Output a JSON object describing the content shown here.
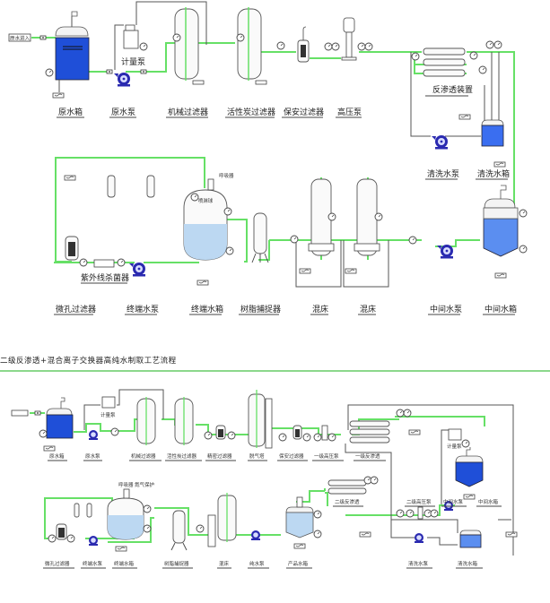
{
  "colors": {
    "pipe_main": "#66e066",
    "pipe_aux": "#555555",
    "tank_dark_blue": "#1f4fd8",
    "tank_light_blue": "#bcd8f2",
    "tank_mid_blue": "#5b8ef0",
    "pump_blue": "#2a2ab0",
    "divider": "#66cc66"
  },
  "top_diagram": {
    "inlet_tag": "原水进入",
    "metering_pump_label": "计量泵",
    "ozone_label": "呼吸器",
    "ozone_inner": "喷淋球",
    "labels": {
      "raw_tank": "原水箱",
      "raw_pump": "原水泵",
      "mech_filter": "机械过滤器",
      "carbon_filter": "活性炭过滤器",
      "security_filter": "保安过滤器",
      "hp_pump": "高压泵",
      "ro_unit": "反渗透装置",
      "clean_pump": "清洗水泵",
      "clean_tank": "清洗水箱",
      "micro_filter": "微孔过滤器",
      "uv_sterilizer": "紫外线杀菌器",
      "end_pump": "终端水泵",
      "end_tank": "终端水箱",
      "resin_trap": "树脂捕捉器",
      "mixed_bed_1": "混床",
      "mixed_bed_2": "混床",
      "mid_pump": "中间水泵",
      "mid_tank": "中间水箱"
    }
  },
  "section_title": "二级反渗透+混合离子交换器高纯水制取工艺流程",
  "bottom_diagram": {
    "metering_pump_label": "计量泵",
    "metering_pump_label_2": "计量泵",
    "ozone_label": "呼吸器",
    "nitrogen_label": "氮气保护",
    "labels": {
      "raw_tank": "原水箱",
      "raw_pump": "原水泵",
      "mech_filter": "机械过滤器",
      "carbon_filter": "活性炭过滤器",
      "precision_filter": "精密过滤器",
      "degasser": "脱气塔",
      "security_filter": "保安过滤器",
      "hp_pump_1": "一级高压泵",
      "ro_1": "一级反渗透",
      "ro_2": "二级反渗透",
      "hp_pump_2": "二级高压泵",
      "mid_pump": "中间水泵",
      "mid_tank": "中间水箱",
      "micro_filter": "微孔过滤器",
      "end_pump": "终端水泵",
      "end_tank": "终端水箱",
      "resin_trap": "树脂捕捉器",
      "mixed_bed": "混床",
      "pure_pump": "纯水泵",
      "product_tank": "产品水箱",
      "clean_pump": "清洗水泵",
      "clean_tank": "清洗水箱"
    }
  }
}
